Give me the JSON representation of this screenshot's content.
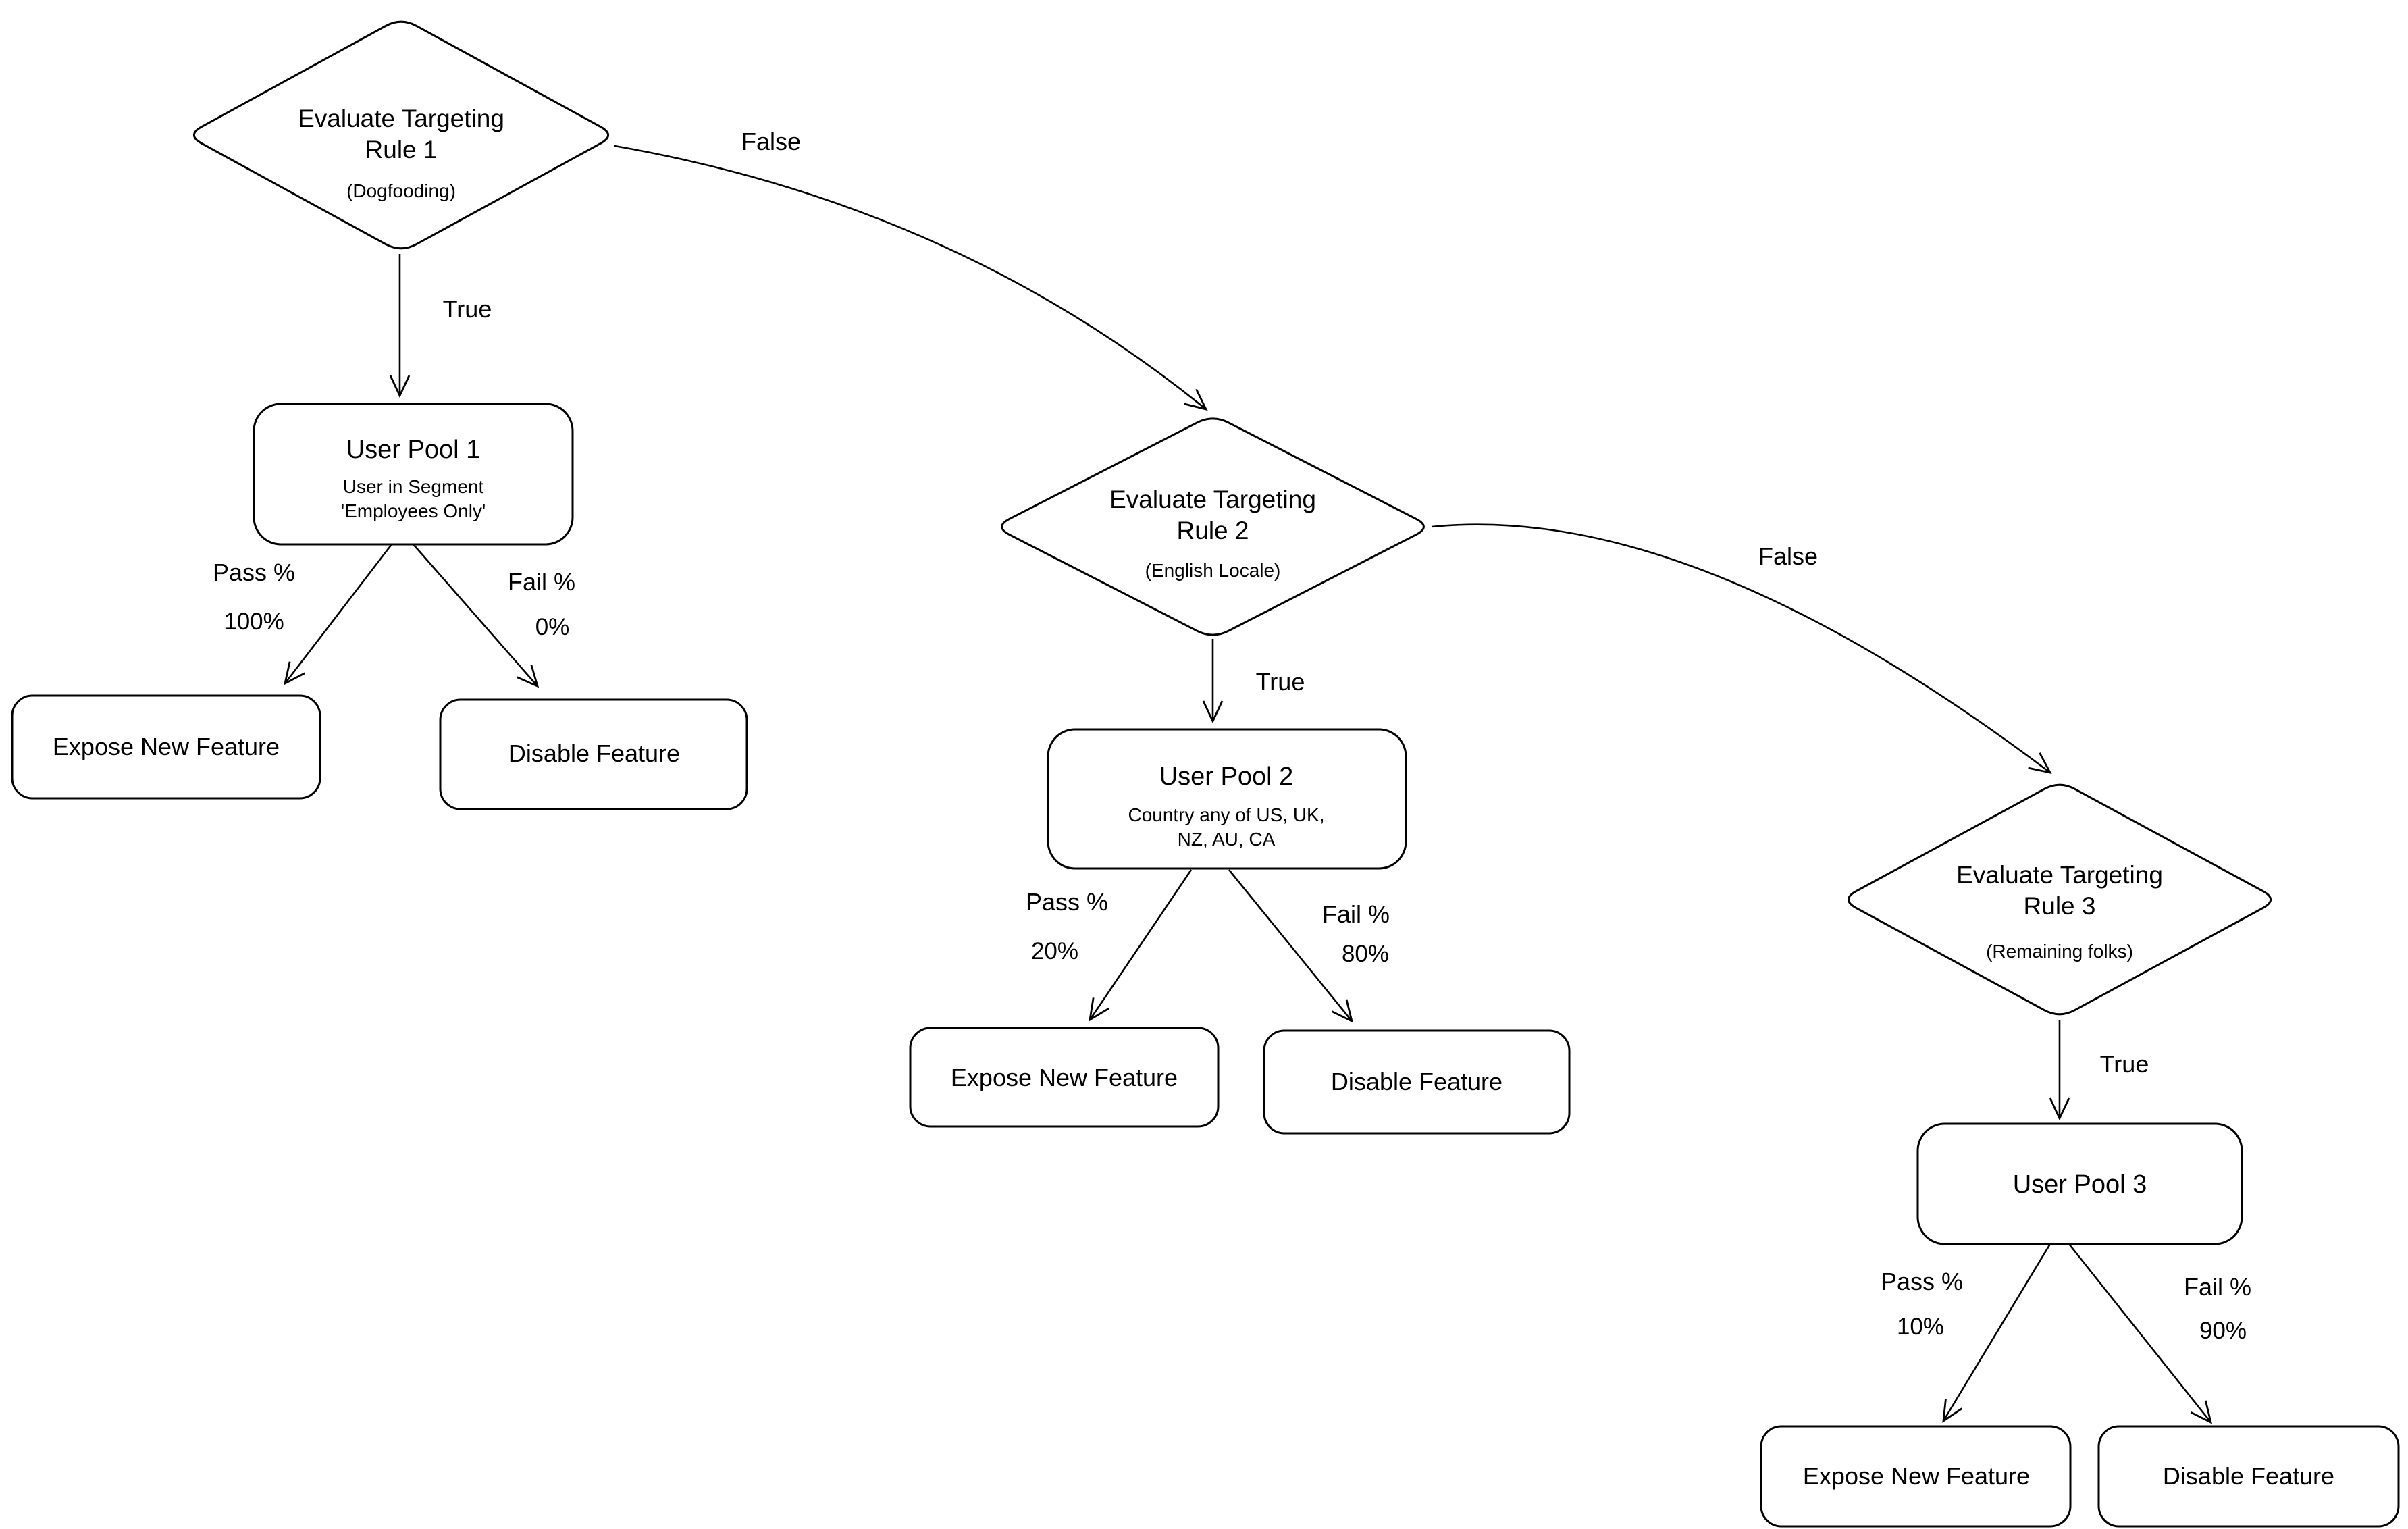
{
  "diagram": {
    "type": "flowchart",
    "decisions": [
      {
        "title_line1": "Evaluate Targeting",
        "title_line2": "Rule 1",
        "note": "(Dogfooding)"
      },
      {
        "title_line1": "Evaluate Targeting",
        "title_line2": "Rule 2",
        "note": "(English Locale)"
      },
      {
        "title_line1": "Evaluate Targeting",
        "title_line2": "Rule 3",
        "note": "(Remaining folks)"
      }
    ],
    "pools": [
      {
        "title": "User Pool 1",
        "subtitle_line1": "User in Segment",
        "subtitle_line2": "'Employees Only'"
      },
      {
        "title": "User Pool 2",
        "subtitle_line1": "Country any of US, UK,",
        "subtitle_line2": "NZ, AU, CA"
      },
      {
        "title": "User Pool 3"
      }
    ],
    "branches": [
      {
        "true_label": "True",
        "false_label": "False",
        "pass_label": "Pass %",
        "pass_pct": "100%",
        "fail_label": "Fail %",
        "fail_pct": "0%"
      },
      {
        "true_label": "True",
        "false_label": "False",
        "pass_label": "Pass %",
        "pass_pct": "20%",
        "fail_label": "Fail %",
        "fail_pct": "80%"
      },
      {
        "true_label": "True",
        "pass_label": "Pass %",
        "pass_pct": "10%",
        "fail_label": "Fail %",
        "fail_pct": "90%"
      }
    ],
    "outcomes": {
      "pass": "Expose New Feature",
      "fail": "Disable Feature"
    }
  },
  "colors": {
    "background": "#ffffff",
    "stroke": "#000000",
    "text": "#000000"
  }
}
